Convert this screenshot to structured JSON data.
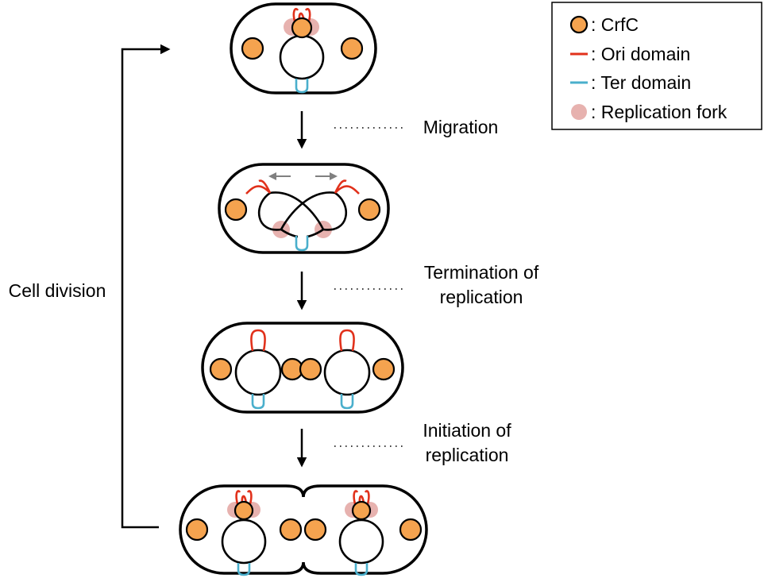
{
  "legend": {
    "items": [
      {
        "key": "crfc",
        "label": ": CrfC",
        "color": "#f5a34f",
        "symbol": "circle"
      },
      {
        "key": "ori",
        "label": ": Ori domain",
        "color": "#e1311b",
        "symbol": "line"
      },
      {
        "key": "ter",
        "label": ": Ter domain",
        "color": "#4aafcc",
        "symbol": "line"
      },
      {
        "key": "fork",
        "label": ": Replication fork",
        "color": "#e3a4a1",
        "symbol": "circle"
      }
    ]
  },
  "steps": [
    {
      "label_lines": [
        "Migration"
      ]
    },
    {
      "label_lines": [
        "Termination of",
        "replication"
      ]
    },
    {
      "label_lines": [
        "Initiation of",
        "replication"
      ]
    }
  ],
  "cycle_label": "Cell division"
}
